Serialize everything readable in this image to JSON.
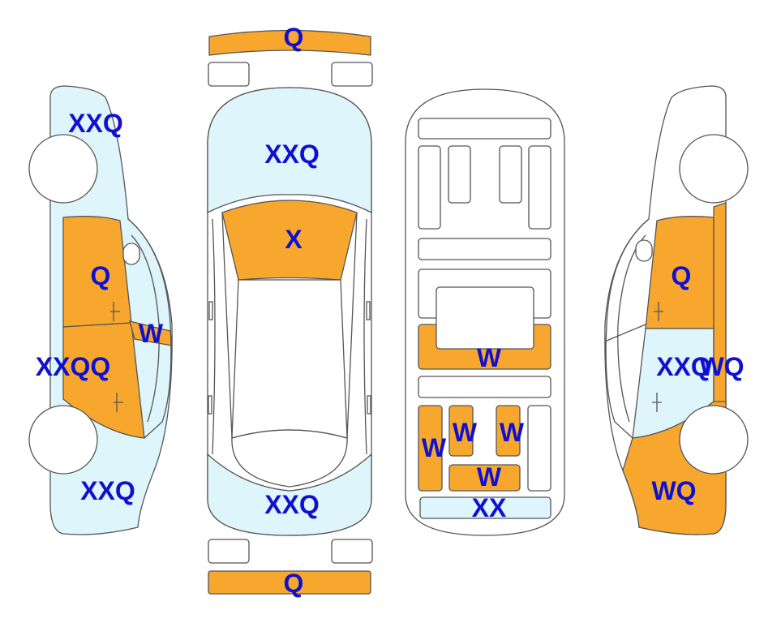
{
  "colors": {
    "orange": "#f7a72e",
    "light_blue": "#dff5fc",
    "label": "#1010d0",
    "outline": "#555555"
  },
  "labels": {
    "front_bumper": "Q",
    "rear_bumper": "Q",
    "top_hood": "XXQ",
    "top_roof_front": "X",
    "top_trunk": "XXQ",
    "left_front_fender": "XXQ",
    "left_front_door": "Q",
    "left_mirror": "W",
    "left_rocker": "XXQQ",
    "left_rear_quarter": "XXQ",
    "floor_center": "W",
    "floor_rear_left": "W",
    "floor_rear_mid1": "W",
    "floor_rear_mid2": "W",
    "floor_rear_low": "W",
    "floor_rear_panel": "XX",
    "right_front_door": "Q",
    "right_rear_door": "XXQ",
    "right_pillar": "WQ",
    "right_rear_quarter": "WQ"
  }
}
